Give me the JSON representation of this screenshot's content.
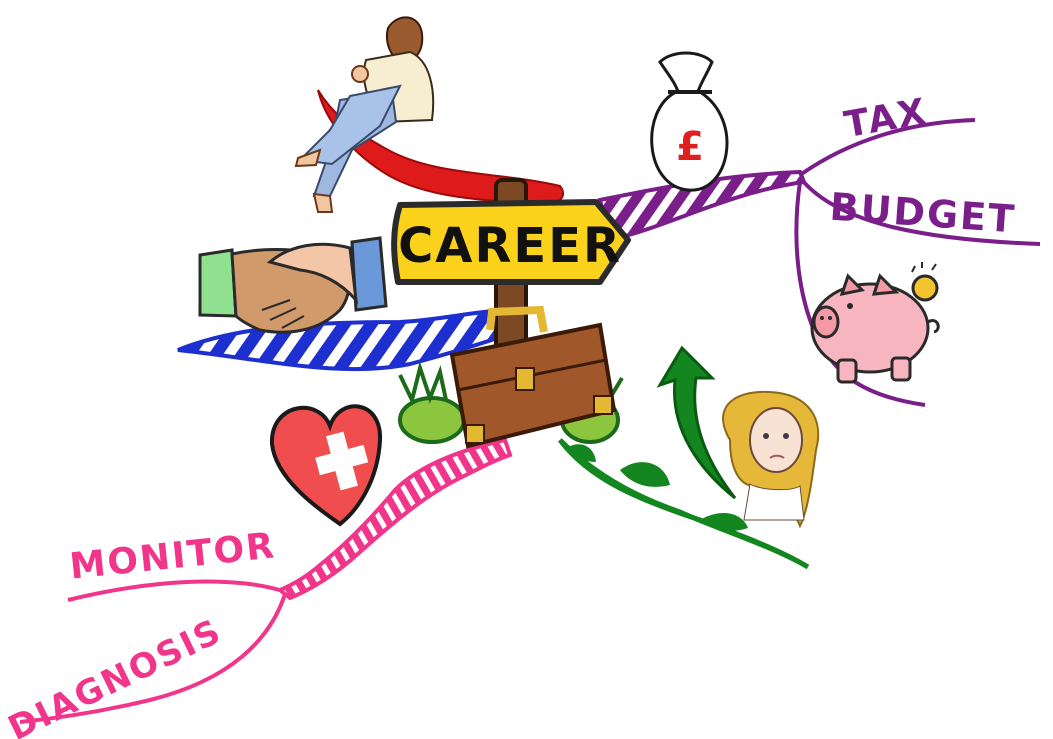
{
  "central": {
    "label": "CAREER"
  },
  "branches": {
    "finance": {
      "color": "#7a1f8a",
      "sub": [
        {
          "label": "TAX"
        },
        {
          "label": "BUDGET"
        }
      ],
      "money_bag_symbol": "£"
    },
    "health": {
      "color": "#f0358a",
      "sub": [
        {
          "label": "MONITOR"
        },
        {
          "label": "DIAGNOSIS"
        }
      ]
    },
    "relationships": {
      "color": "#1e2fd0"
    },
    "wellbeing": {
      "color": "#de1a1a"
    },
    "growth": {
      "color": "#13861f"
    }
  },
  "icons": [
    "woman-reading-icon",
    "money-bag-icon",
    "handshake-icon",
    "briefcase-icon",
    "signpost-icon",
    "piggy-bank-icon",
    "heart-medical-icon",
    "growth-arrow-icon",
    "worried-woman-icon"
  ]
}
